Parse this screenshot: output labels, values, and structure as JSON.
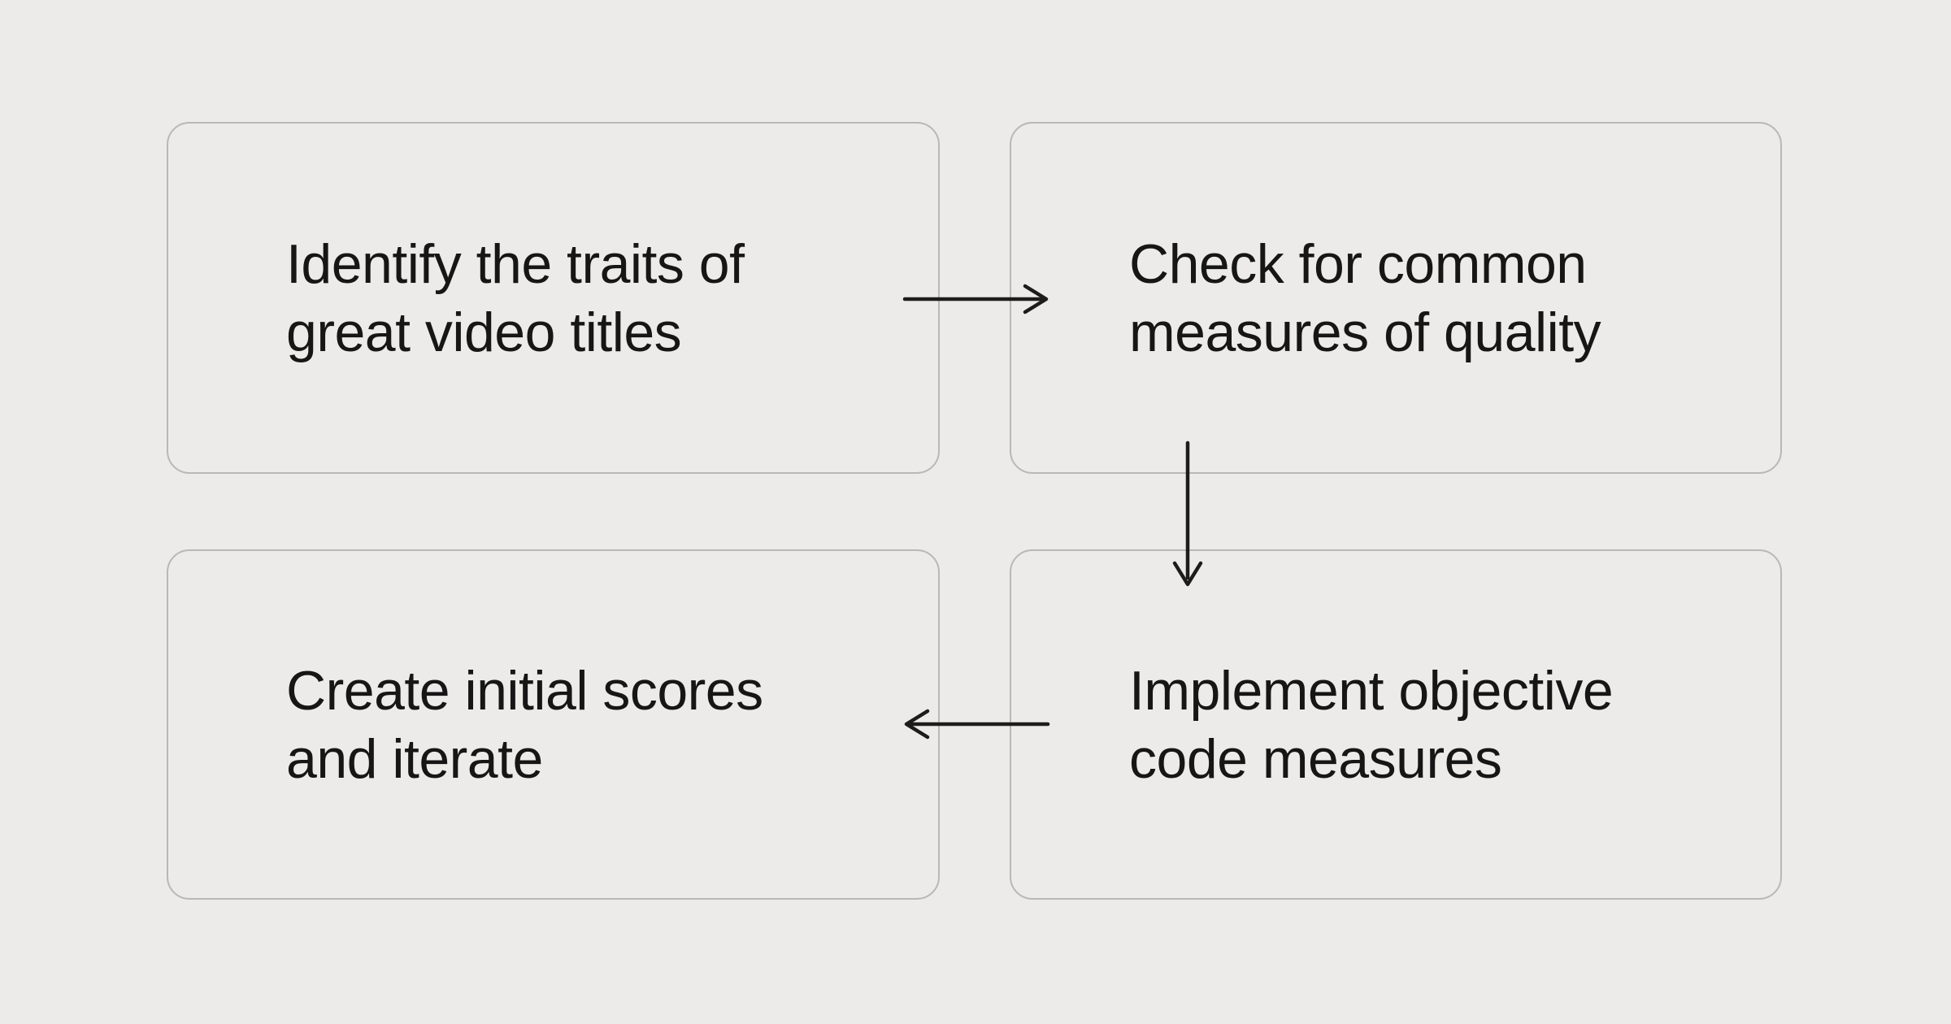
{
  "title": "Video title scoring workflow diagram",
  "theme": {
    "background": "#ecebe9",
    "card_background": "#ecebe9",
    "card_border": "#b8b8b6",
    "text": "#161616",
    "arrow": "#1c1c1c"
  },
  "flowchart": {
    "steps": [
      {
        "id": "step-1",
        "position": "top-left",
        "label": "Identify the traits of great video titles",
        "lines": [
          "Identify the traits of",
          "great video titles"
        ]
      },
      {
        "id": "step-2",
        "position": "top-right",
        "label": "Check for common measures of quality",
        "lines": [
          "Check for common",
          "measures of quality"
        ]
      },
      {
        "id": "step-3",
        "position": "bottom-right",
        "label": "Implement objective code measures",
        "lines": [
          "Implement objective",
          "code measures"
        ]
      },
      {
        "id": "step-4",
        "position": "bottom-left",
        "label": "Create initial scores and iterate",
        "lines": [
          "Create initial scores",
          "and iterate"
        ]
      }
    ],
    "connections": [
      {
        "from": "step-1",
        "to": "step-2",
        "direction": "right"
      },
      {
        "from": "step-2",
        "to": "step-3",
        "direction": "down"
      },
      {
        "from": "step-3",
        "to": "step-4",
        "direction": "left"
      }
    ]
  }
}
